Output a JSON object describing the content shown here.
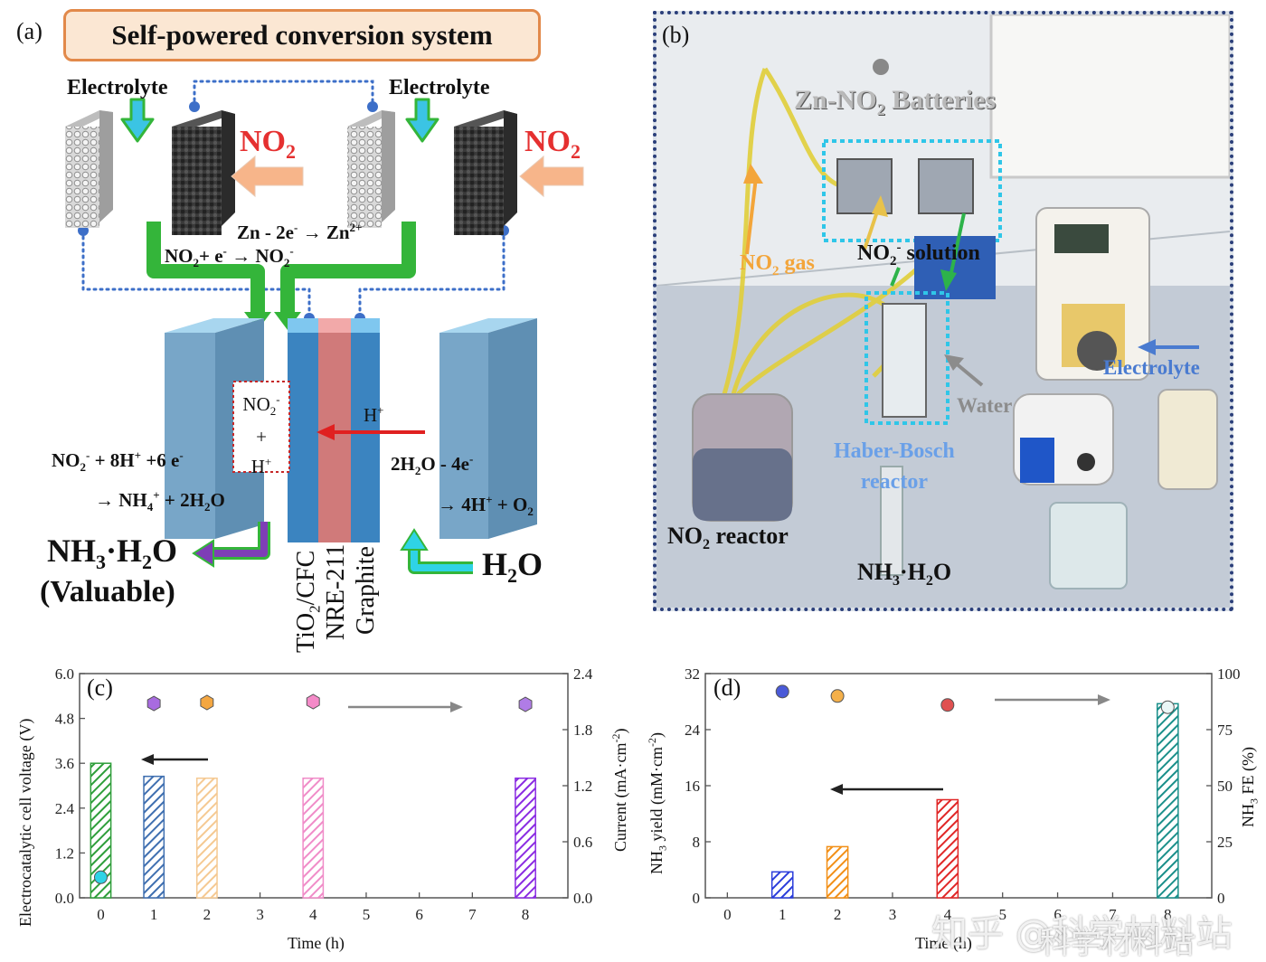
{
  "panel_a": {
    "label": "(a)",
    "title": "Self-powered conversion system",
    "electrolyte_left": "Electrolyte",
    "electrolyte_right": "Electrolyte",
    "no2_left": "NO",
    "no2_left_sub": "2",
    "no2_right": "NO",
    "no2_right_sub": "2",
    "zn_eq": "Zn - 2e",
    "zn_eq_sup1": "-",
    "zn_eq_arrow": " → Zn",
    "zn_eq_sup2": "2+",
    "no2_eq": "NO",
    "no2_eq_rest": "+ e",
    "no2_eq_result": " → NO",
    "box_line1": "NO",
    "box_line2": "+",
    "box_line3": "H",
    "h_plus": "H",
    "cathode_eq1": "NO",
    "cathode_eq1_rest": " + 8H",
    "cathode_eq1_tail": " +6 e",
    "cathode_eq2": "→ NH",
    "cathode_eq2_tail": " + 2H",
    "cathode_eq2_end": "O",
    "anode_eq1": "2H",
    "anode_eq1_tail": "O - 4e",
    "anode_eq2": "→ 4H",
    "anode_eq2_tail": " + O",
    "product": "NH",
    "product_mid": "·H",
    "product_end": "O",
    "product_note": "(Valuable)",
    "water": "H",
    "water_end": "O",
    "layer1": "TiO",
    "layer1_tail": "/CFC",
    "layer2": "NRE-211",
    "layer3": "Graphite"
  },
  "panel_b": {
    "label": "(b)",
    "batteries": "Zn-NO",
    "batteries_tail": " Batteries",
    "no2_gas": "NO",
    "no2_gas_tail": " gas",
    "solution": "NO",
    "solution_tail": " solution",
    "electrolyte": "Electrolyte",
    "water": "Water",
    "hb_line1": "Haber-Bosch",
    "hb_line2": "reactor",
    "reactor": "NO",
    "reactor_tail": " reactor",
    "product": "NH",
    "product_mid": "·H",
    "product_end": "O"
  },
  "panel_c": {
    "label": "(c)",
    "ylabel_left": "Electrocatalytic cell voltage (V)",
    "ylabel_right": "Current (mA·cm",
    "ylabel_right_tail": ")",
    "xlabel": "Time (h)"
  },
  "panel_d": {
    "label": "(d)",
    "ylabel_left": "yield (mM·cm",
    "ylabel_left_head": "NH",
    "ylabel_left_tail": ")",
    "ylabel_right": "FE (%)",
    "ylabel_right_head": "NH",
    "xlabel": "Time (h)"
  },
  "watermark": {
    "line1": "知乎 @科学材料站",
    "line2": "科学材料站"
  },
  "chart_data": [
    {
      "type": "bar",
      "panel": "c",
      "x": [
        0,
        1,
        2,
        4,
        8
      ],
      "xticks": [
        "0",
        "1",
        "2",
        "3",
        "4",
        "5",
        "6",
        "7",
        "8"
      ],
      "xlim": [
        -0.4,
        8.8
      ],
      "ylabel": "Electrocatalytic cell voltage (V)",
      "ylim": [
        0,
        6.0
      ],
      "yticks": [
        "0.0",
        "1.2",
        "2.4",
        "3.6",
        "4.8",
        "6.0"
      ],
      "ylim_right": [
        0,
        2.4
      ],
      "yticks_right": [
        "0.0",
        "0.6",
        "1.2",
        "1.8",
        "2.4"
      ],
      "series": [
        {
          "values": [
            3.6,
            3.25,
            3.2,
            3.2,
            3.2
          ],
          "colors": [
            "#2e9e3a",
            "#3f6fb0",
            "#f5c992",
            "#f08cc8",
            "#8a2be2"
          ]
        },
        {
          "type": "scatter",
          "axis": "right",
          "values": [
            0.22,
            2.08,
            2.09,
            2.1,
            2.07
          ],
          "colors": [
            "#2fd3e6",
            "#a86be0",
            "#f4a742",
            "#f48ac8",
            "#b07ce6"
          ]
        }
      ]
    },
    {
      "type": "bar",
      "panel": "d",
      "x": [
        1,
        2,
        4,
        8
      ],
      "xticks": [
        "0",
        "1",
        "2",
        "3",
        "4",
        "5",
        "6",
        "7",
        "8"
      ],
      "xlim": [
        -0.4,
        8.8
      ],
      "ylim": [
        0,
        32
      ],
      "yticks": [
        "0",
        "8",
        "16",
        "24",
        "32"
      ],
      "ylim_right": [
        0,
        100
      ],
      "yticks_right": [
        "0",
        "25",
        "50",
        "75",
        "100"
      ],
      "series": [
        {
          "values": [
            3.7,
            7.3,
            14.0,
            27.7
          ],
          "colors": [
            "#2b3ddb",
            "#f28f16",
            "#e02626",
            "#1a8f8a"
          ]
        },
        {
          "type": "scatter",
          "axis": "right",
          "values": [
            92,
            90,
            86,
            85
          ],
          "colors": [
            "#4a5ad8",
            "#f4b04a",
            "#e05050",
            "#eaf7f7"
          ]
        }
      ]
    }
  ]
}
